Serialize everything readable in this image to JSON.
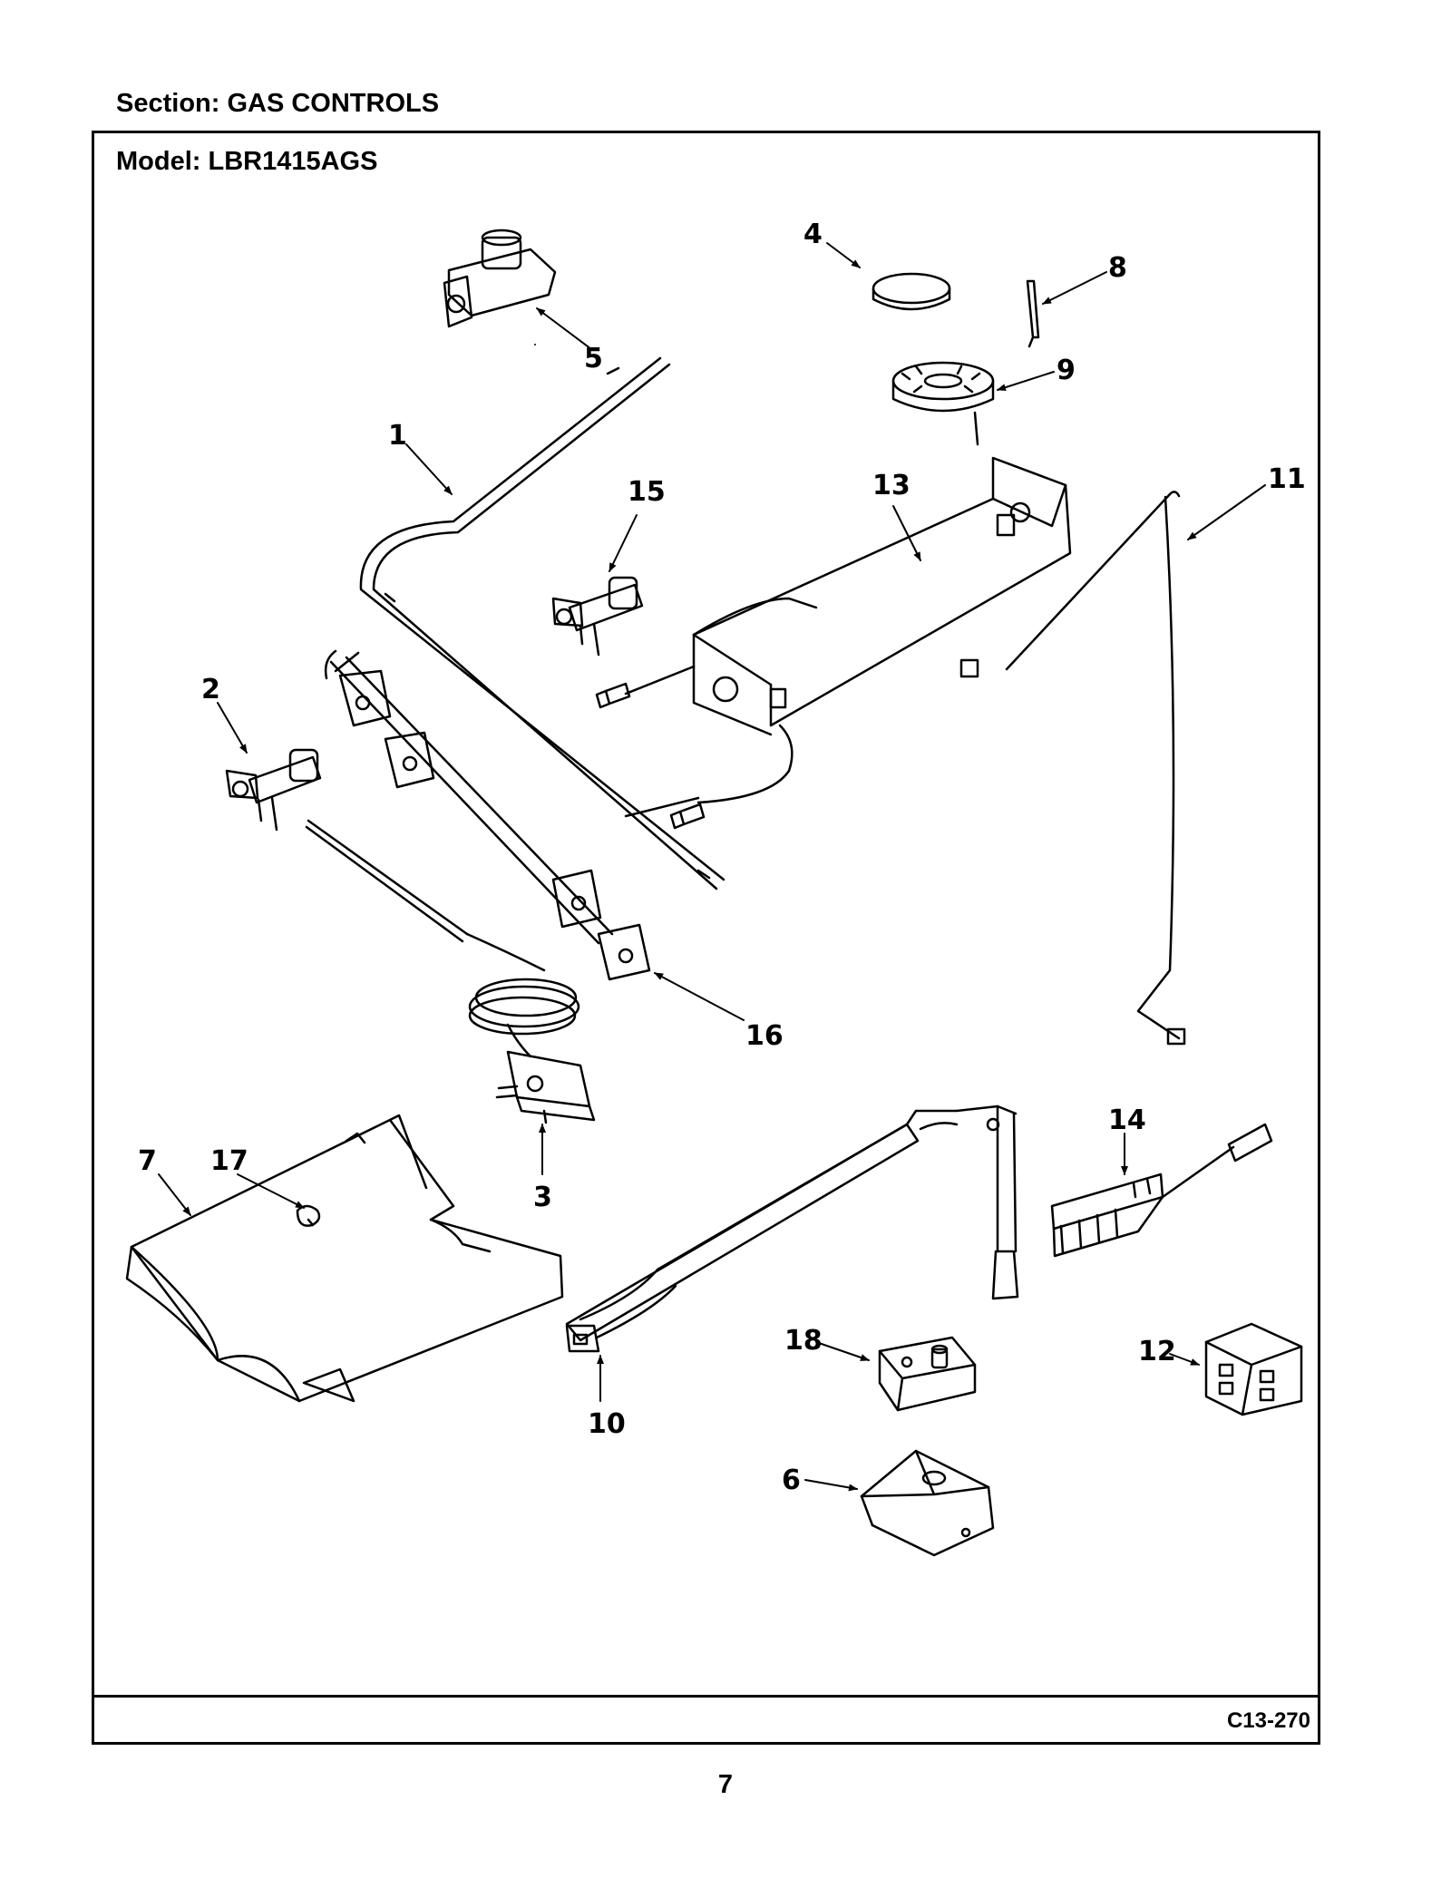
{
  "header": {
    "section_label": "Section:  GAS CONTROLS",
    "model_label": "Model:  LBR1415AGS"
  },
  "footer": {
    "drawing_code": "C13-270",
    "page_number": "7"
  },
  "callouts": [
    "1",
    "2",
    "3",
    "4",
    "5",
    "6",
    "7",
    "8",
    "9",
    "10",
    "11",
    "12",
    "13",
    "14",
    "15",
    "16",
    "17",
    "18"
  ]
}
